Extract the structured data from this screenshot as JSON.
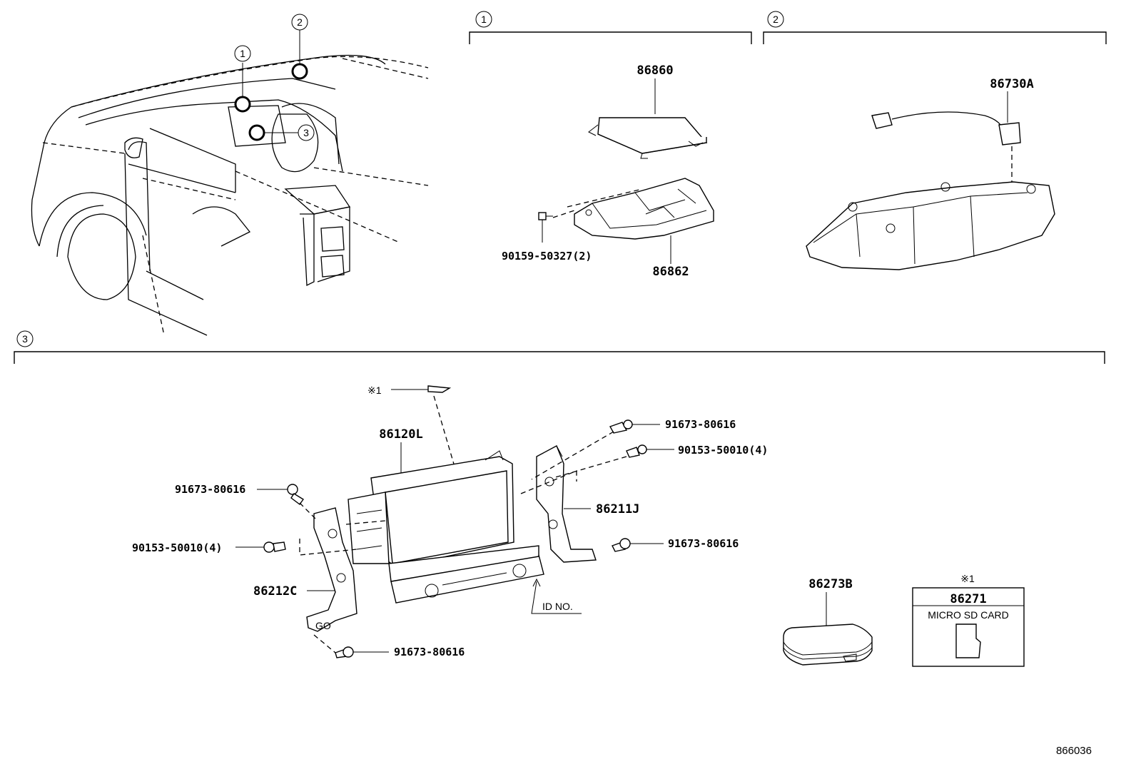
{
  "callouts": {
    "c1": "1",
    "c2": "2",
    "c3": "3"
  },
  "section1": {
    "ecu": "86860",
    "bracket": "86862",
    "bolt": "90159-50327(2)"
  },
  "section2": {
    "harness": "86730A"
  },
  "section3": {
    "note_mark": "※1",
    "head_unit": "86120L",
    "screw_top_right": "91673-80616",
    "bolt_right": "90153-50010(4)",
    "bracket_right": "86211J",
    "screw_right_lower": "91673-80616",
    "screw_left_top": "91673-80616",
    "bolt_left": "90153-50010(4)",
    "bracket_left": "86212C",
    "screw_bottom": "91673-80616",
    "id_no": "ID NO.",
    "cover": "86273B",
    "card_mark": "※1",
    "card_part": "86271",
    "card_label": "MICRO SD CARD"
  },
  "figure_code": "866036"
}
